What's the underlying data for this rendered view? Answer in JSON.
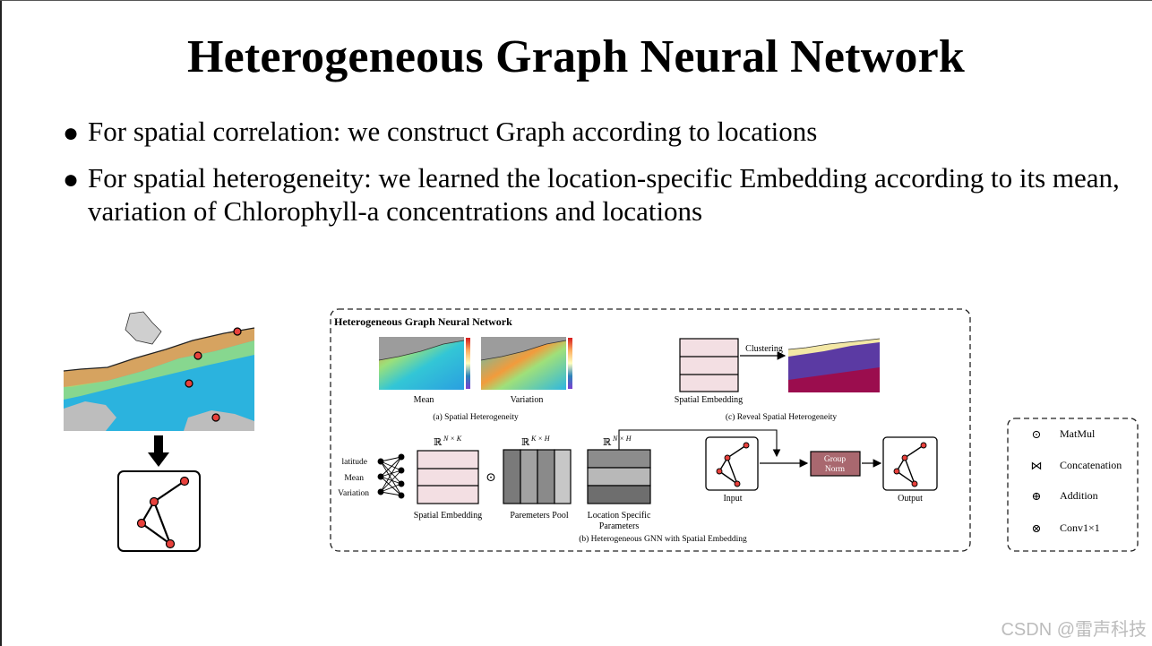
{
  "slide": {
    "title": "Heterogeneous Graph Neural Network",
    "bullets": [
      "For spatial correlation: we construct Graph according to locations",
      "For spatial heterogeneity: we learned the location-specific Embedding according to its mean, variation of Chlorophyll-a concentrations and locations"
    ]
  },
  "figure": {
    "title": "Heterogeneous Graph Neural Network",
    "panel_a": {
      "maps": [
        "Mean",
        "Variation"
      ],
      "caption": "(a) Spatial Heterogeneity"
    },
    "panel_c": {
      "embedding_label": "Spatial Embedding",
      "arrow_label": "Clustering",
      "caption": "(c) Reveal Spatial Heterogeneity"
    },
    "panel_b": {
      "inputs": [
        "latitude",
        "Mean",
        "Variation"
      ],
      "embedding_dim": "ℝ",
      "embedding_sup": "N × K",
      "pool_dim": "ℝ",
      "pool_sup": "K × H",
      "params_dim": "ℝ",
      "params_sup": "N × H",
      "op_symbol": "⊙",
      "embedding_label": "Spatial Embedding",
      "pool_label": "Paremeters Pool",
      "params_label_1": "Location Specific",
      "params_label_2": "Parameters",
      "input_label": "Input",
      "norm_label_1": "Group",
      "norm_label_2": "Norm",
      "output_label": "Output",
      "caption": "(b) Heterogeneous GNN with Spatial Embedding"
    }
  },
  "legend": [
    {
      "symbol": "⊙",
      "label": "MatMul"
    },
    {
      "symbol": "⋈",
      "label": "Concatenation"
    },
    {
      "symbol": "⊕",
      "label": "Addition"
    },
    {
      "symbol": "⊗",
      "label": "Conv1×1"
    }
  ],
  "watermark": "CSDN @雷声科技",
  "colors": {
    "node_red": "#e8413c",
    "embedding_pink": "#f3dfe3",
    "groupnorm": "#a9686f",
    "map_ocean": "#2bb3de",
    "cluster_purple": "#5b3aa3",
    "cluster_maroon": "#9b0d4e"
  }
}
